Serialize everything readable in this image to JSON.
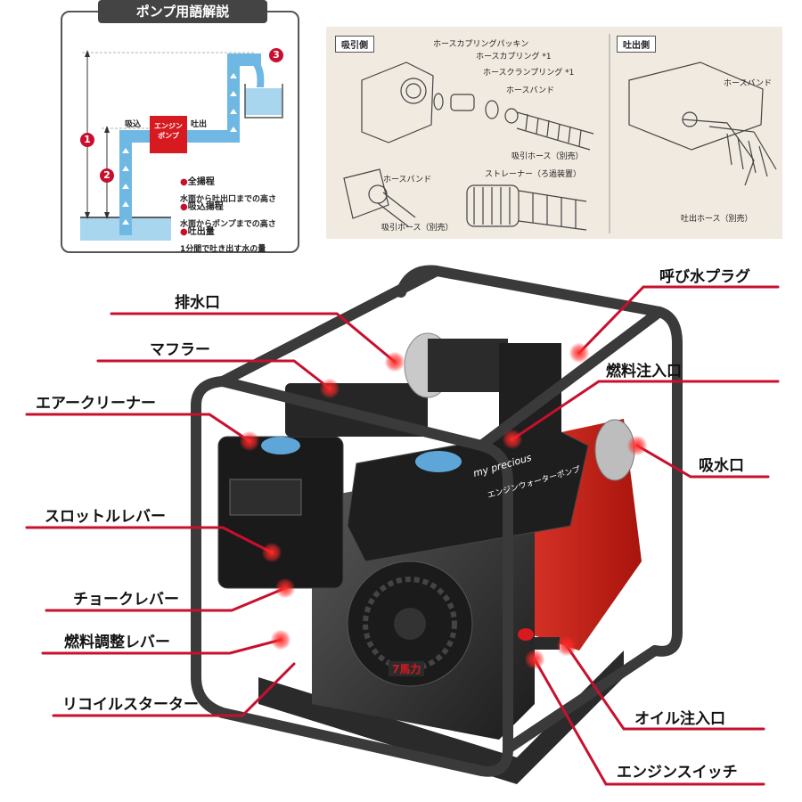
{
  "glossary": {
    "title": "ポンプ用語解説",
    "engine_box_line1": "エンジン",
    "engine_box_line2": "ポンプ",
    "intake_label": "吸込",
    "discharge_label": "吐出",
    "items": [
      {
        "num": "1",
        "term": "全揚程",
        "desc": "水面から吐出口までの高さ"
      },
      {
        "num": "2",
        "term": "吸込揚程",
        "desc": "水面からポンプまでの高さ"
      },
      {
        "num": "3",
        "term": "吐出量",
        "desc": "1分間で吐き出す水の量"
      }
    ],
    "colors": {
      "water": "#a9d6ef",
      "pipe": "#6fb8e3",
      "engine": "#d71920",
      "marker": "#c8102e"
    }
  },
  "hose": {
    "suction_tag": "吸引側",
    "discharge_tag": "吐出側",
    "labels": {
      "coupling_packing": "ホースカプリングパッキン",
      "coupling": "ホースカプリング *1",
      "clamp_ring": "ホースクランプリング *1",
      "band_top": "ホースバンド",
      "suction_hose_top": "吸引ホース（別売）",
      "band_left": "ホースバンド",
      "suction_hose_left": "吸引ホース（別売）",
      "strainer": "ストレーナー（ろ過装置）",
      "band_right": "ホースバンド",
      "discharge_hose": "吐出ホース（別売）"
    }
  },
  "pump": {
    "brand": "my precious",
    "model_text": "エンジンウォーターポンプ",
    "starter_badge": "7馬力"
  },
  "callouts": {
    "left": [
      {
        "id": "drain",
        "label": "排水口"
      },
      {
        "id": "muffler",
        "label": "マフラー"
      },
      {
        "id": "air-cleaner",
        "label": "エアークリーナー"
      },
      {
        "id": "throttle",
        "label": "スロットルレバー"
      },
      {
        "id": "choke",
        "label": "チョークレバー"
      },
      {
        "id": "fuel-adjust",
        "label": "燃料調整レバー"
      },
      {
        "id": "recoil",
        "label": "リコイルスターター"
      }
    ],
    "right": [
      {
        "id": "priming-plug",
        "label": "呼び水プラグ"
      },
      {
        "id": "fuel-inlet",
        "label": "燃料注入口"
      },
      {
        "id": "suction-port",
        "label": "吸水口"
      },
      {
        "id": "oil-inlet",
        "label": "オイル注入口"
      },
      {
        "id": "engine-switch",
        "label": "エンジンスイッチ"
      }
    ],
    "line_color": "#c8102e"
  }
}
